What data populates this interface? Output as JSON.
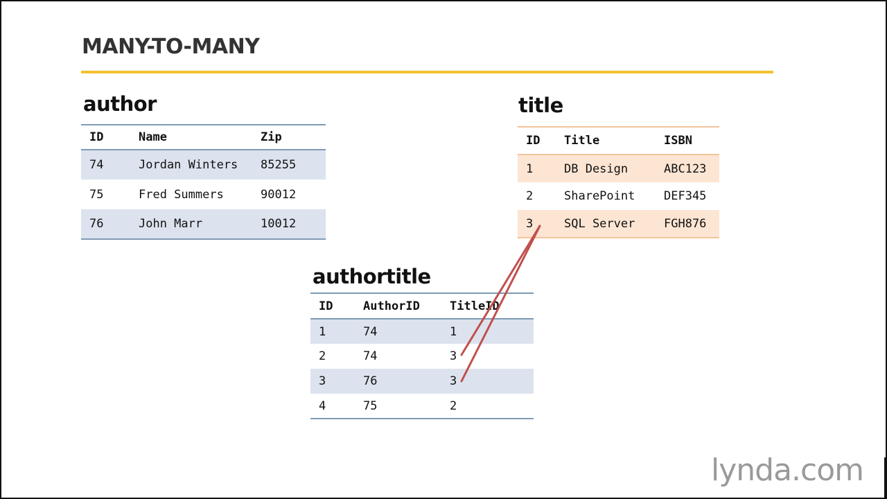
{
  "slide": {
    "title": "MANY-TO-MANY"
  },
  "author": {
    "caption": "author",
    "headers": [
      "ID",
      "Name",
      "Zip"
    ],
    "rows": [
      [
        "74",
        "Jordan Winters",
        "85255"
      ],
      [
        "75",
        "Fred Summers",
        "90012"
      ],
      [
        "76",
        "John Marr",
        "10012"
      ]
    ]
  },
  "title_table": {
    "caption": "title",
    "headers": [
      "ID",
      "Title",
      "ISBN"
    ],
    "rows": [
      [
        "1",
        "DB Design",
        "ABC123"
      ],
      [
        "2",
        "SharePoint",
        "DEF345"
      ],
      [
        "3",
        "SQL Server",
        "FGH876"
      ]
    ]
  },
  "authortitle": {
    "caption": "authortitle",
    "headers": [
      "ID",
      "AuthorID",
      "TitleID"
    ],
    "rows": [
      [
        "1",
        "74",
        "1"
      ],
      [
        "2",
        "74",
        "3"
      ],
      [
        "3",
        "76",
        "3"
      ],
      [
        "4",
        "75",
        "2"
      ]
    ]
  },
  "colors": {
    "accent_rule": "#f2c12e",
    "author_row_shade": "#dce3ee",
    "title_row_shade": "#fde5d3",
    "connector": "#c0504d"
  },
  "logo": {
    "text": "lynda.com"
  }
}
